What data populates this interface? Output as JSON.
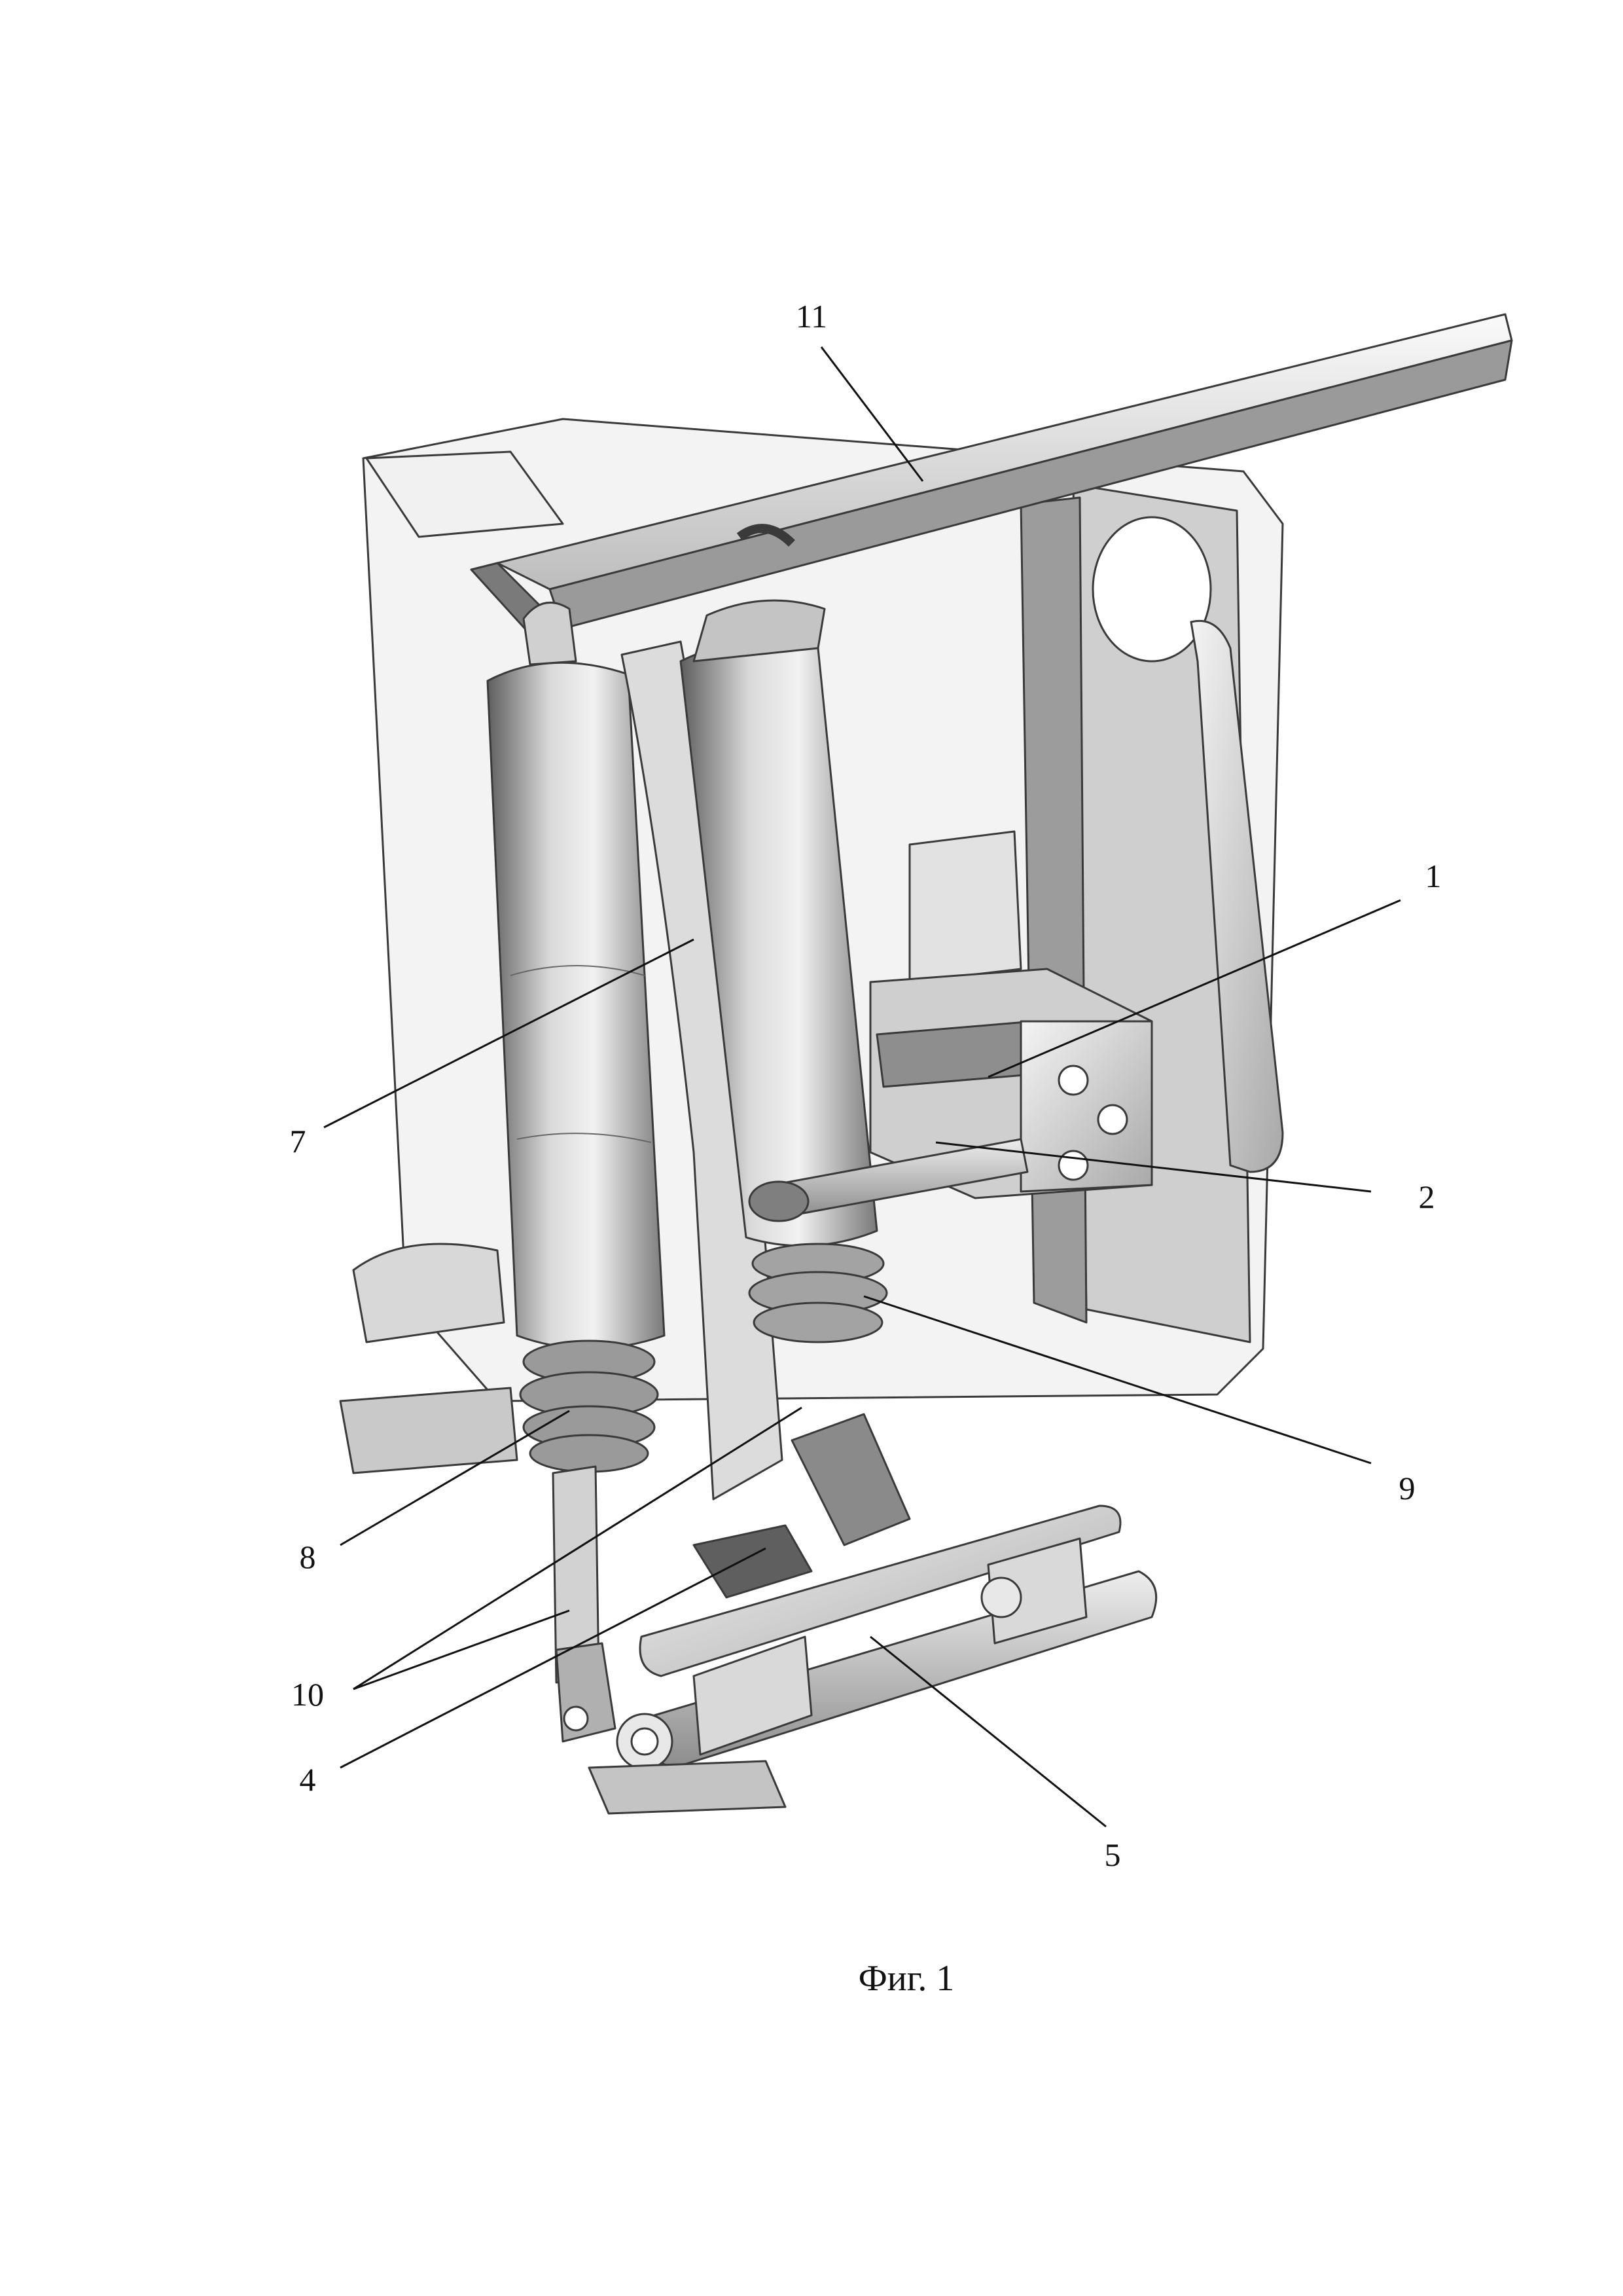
{
  "figure": {
    "caption": "Фиг. 1",
    "labels": {
      "l11": "11",
      "l1": "1",
      "l7": "7",
      "l2": "2",
      "l9": "9",
      "l8": "8",
      "l10": "10",
      "l4": "4",
      "l5": "5"
    }
  },
  "colors": {
    "ink": "#111111",
    "metal_light": "#e6e6e6",
    "metal_mid": "#b5b5b5",
    "metal_dark": "#6f6f6f"
  }
}
